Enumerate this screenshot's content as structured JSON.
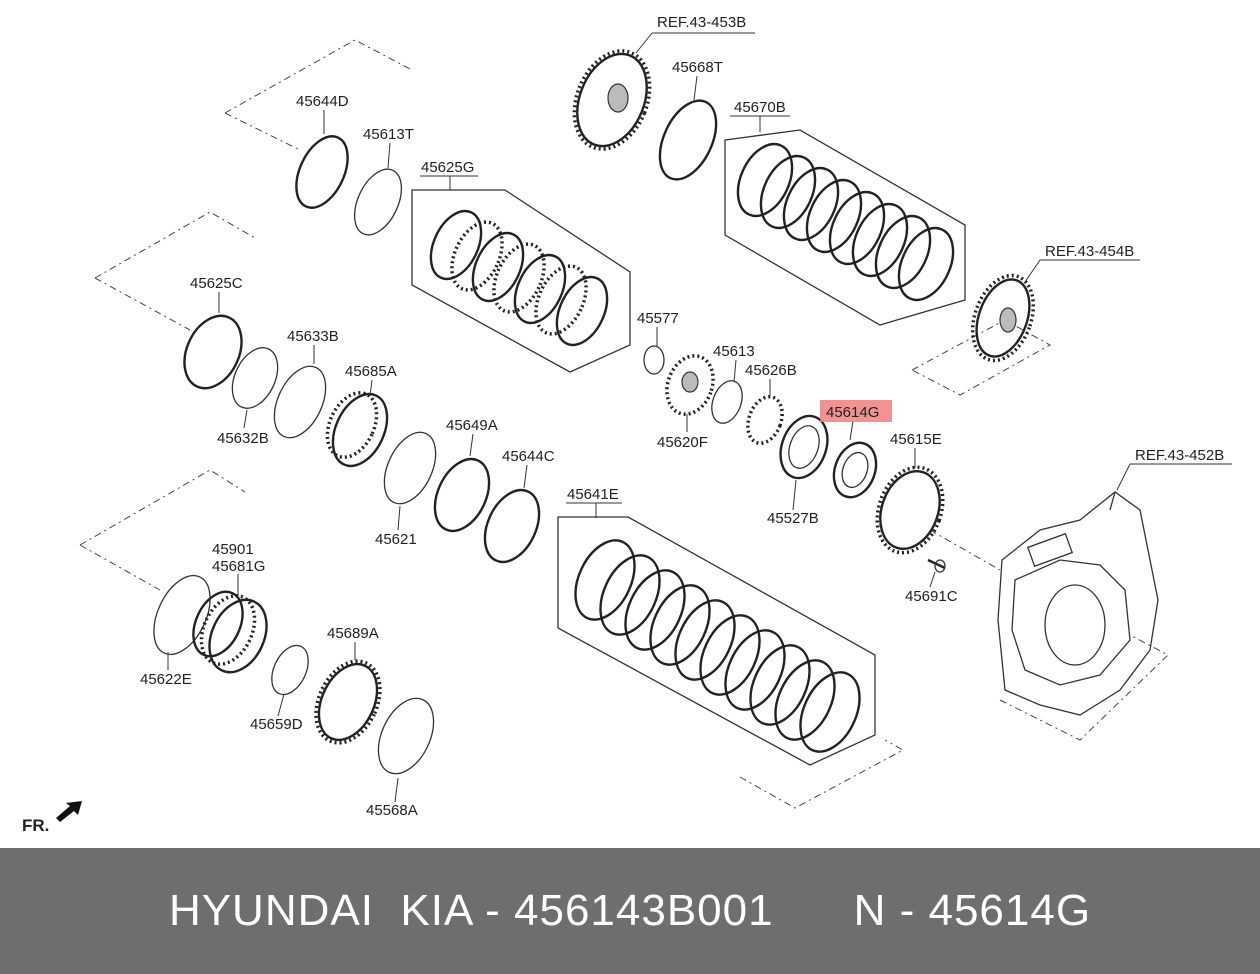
{
  "diagram": {
    "parts": {
      "ref_453b": "REF.43-453B",
      "p45668t": "45668T",
      "p45670b": "45670B",
      "ref_454b": "REF.43-454B",
      "p45644d": "45644D",
      "p45613t": "45613T",
      "p45625g": "45625G",
      "p45625c": "45625C",
      "p45633b": "45633B",
      "p45685a": "45685A",
      "p45632b": "45632B",
      "p45577": "45577",
      "p45613": "45613",
      "p45626b": "45626B",
      "p45614g": "45614G",
      "p45615e": "45615E",
      "p45620f": "45620F",
      "p45649a": "45649A",
      "p45644c": "45644C",
      "p45621": "45621",
      "p45527b": "45527B",
      "ref_452b": "REF.43-452B",
      "p45641e": "45641E",
      "p45901": "45901",
      "p45681g": "45681G",
      "p45691c": "45691C",
      "p45689a": "45689A",
      "p45622e": "45622E",
      "p45659d": "45659D",
      "p45568a": "45568A"
    },
    "direction_label": "FR.",
    "highlight_color": "#f08080"
  },
  "footer": {
    "brand_part": "HYUNDAI  KIA - 456143B001",
    "alt_part": "N - 45614G"
  }
}
